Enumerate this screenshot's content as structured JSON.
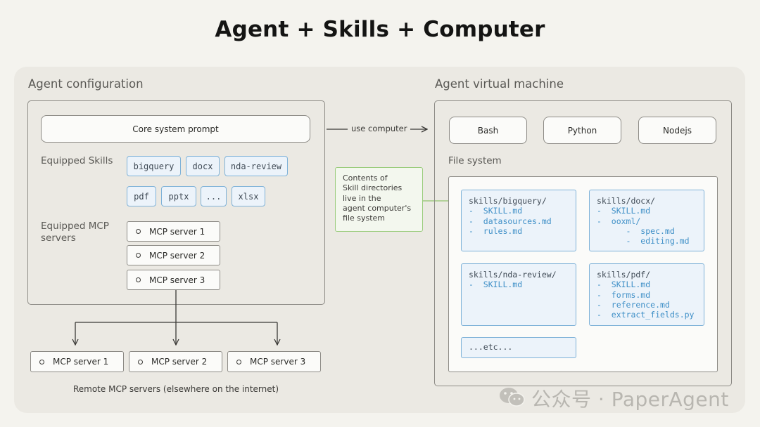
{
  "title": "Agent + Skills + Computer",
  "agent_config": {
    "label": "Agent configuration",
    "core_prompt": "Core system prompt",
    "skills_label": "Equipped Skills",
    "skills_row1": [
      "bigquery",
      "docx",
      "nda-review"
    ],
    "skills_row2": [
      "pdf",
      "pptx",
      "...",
      "xlsx"
    ],
    "mcp_label_1": "Equipped MCP",
    "mcp_label_2": "servers",
    "mcp_servers": [
      "MCP server 1",
      "MCP server 2",
      "MCP server 3"
    ]
  },
  "arrow_label": "use computer",
  "note": {
    "lines": [
      "Contents of",
      "Skill directories",
      "live in the",
      "agent computer's",
      "file system"
    ]
  },
  "vm": {
    "label": "Agent virtual machine",
    "runtimes": [
      "Bash",
      "Python",
      "Nodejs"
    ],
    "fs_label": "File system",
    "dirs": [
      {
        "head": "skills/bigquery/",
        "lines": [
          "-  SKILL.md",
          "-  datasources.md",
          "-  rules.md"
        ]
      },
      {
        "head": "skills/docx/",
        "lines": [
          "-  SKILL.md",
          "-  ooxml/",
          "      -  spec.md",
          "      -  editing.md"
        ]
      },
      {
        "head": "skills/nda-review/",
        "lines": [
          "-  SKILL.md"
        ]
      },
      {
        "head": "skills/pdf/",
        "lines": [
          "-  SKILL.md",
          "-  forms.md",
          "-  reference.md",
          "-  extract_fields.py"
        ]
      }
    ],
    "etc": "...etc..."
  },
  "remote": {
    "servers": [
      "MCP server 1",
      "MCP server 2",
      "MCP server 3"
    ],
    "caption": "Remote MCP servers (elsewhere on the internet)"
  },
  "watermark": "公众号 · PaperAgent",
  "colors": {
    "skill_border": "#7fb2d8",
    "note_border": "#9bcc7d",
    "background": "#f4f3ee"
  }
}
